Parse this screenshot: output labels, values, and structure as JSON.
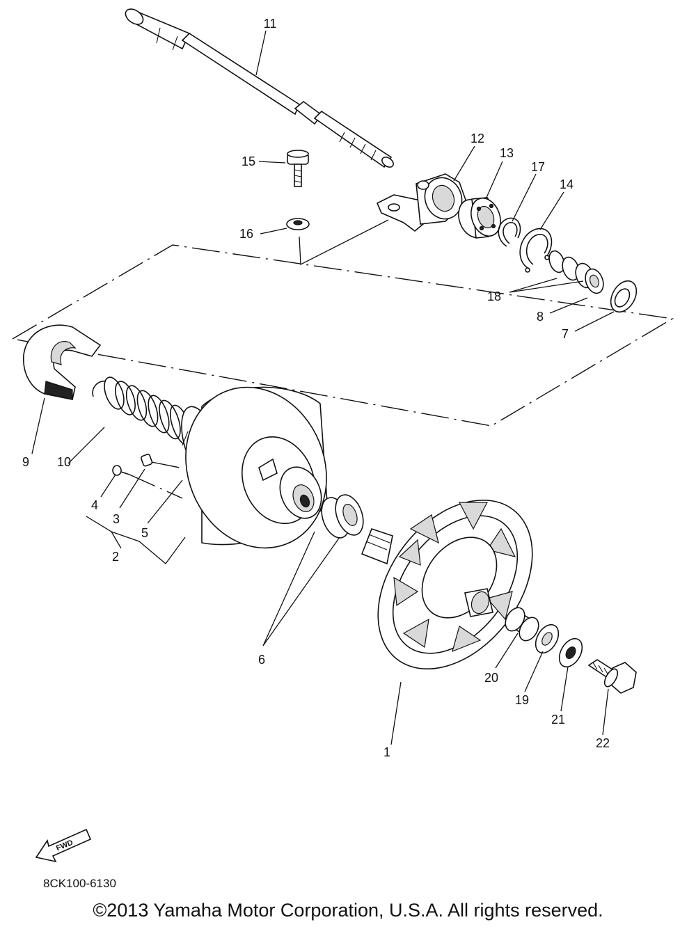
{
  "diagram": {
    "code": "8CK100-6130",
    "copyright": "©2013 Yamaha Motor Corporation, U.S.A. All rights reserved.",
    "fwd_label": "FWD",
    "callouts": {
      "c1": "1",
      "c2": "2",
      "c3": "3",
      "c4": "4",
      "c5": "5",
      "c6": "6",
      "c7": "7",
      "c8": "8",
      "c9": "9",
      "c10": "10",
      "c11": "11",
      "c12": "12",
      "c13": "13",
      "c14": "14",
      "c15": "15",
      "c16": "16",
      "c17": "17",
      "c18": "18",
      "c19": "19",
      "c20": "20",
      "c21": "21",
      "c22": "22"
    }
  }
}
